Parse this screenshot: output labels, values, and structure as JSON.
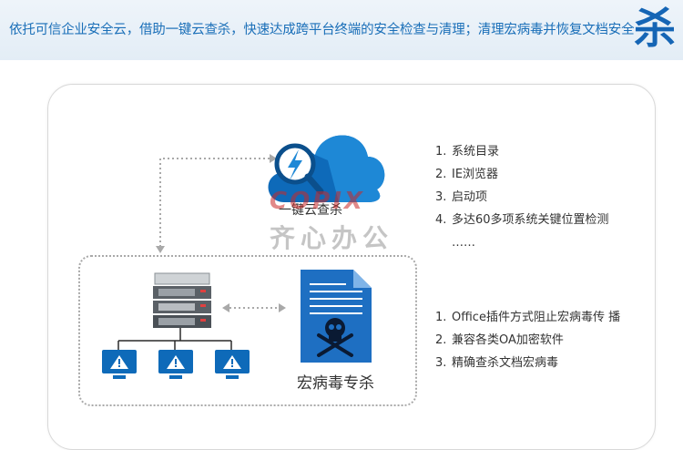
{
  "banner": {
    "text": "依托可信企业安全云，借助一键云查杀，快速达成跨平台终端的安全检查与清理；清理宏病毒并恢复文档安全",
    "char": "杀"
  },
  "cloud": {
    "caption": "一键云查杀"
  },
  "virus": {
    "caption": "宏病毒专杀"
  },
  "list1": [
    {
      "num": "1.",
      "text": "系统目录"
    },
    {
      "num": "2.",
      "text": "IE浏览器"
    },
    {
      "num": "3.",
      "text": "启动项"
    },
    {
      "num": "4.",
      "text": "多达60多项系统关键位置检测"
    },
    {
      "num": "",
      "text": "……"
    }
  ],
  "list2": [
    {
      "num": "1.",
      "text": "Office插件方式阻止宏病毒传 播"
    },
    {
      "num": "2.",
      "text": "兼容各类OA加密软件"
    },
    {
      "num": "3.",
      "text": "精确查杀文档宏病毒"
    }
  ],
  "watermark": {
    "top": "COPIX",
    "bottom": "齐心办公"
  },
  "colors": {
    "accent": "#1a6fb8",
    "brand": "#1565b5"
  }
}
